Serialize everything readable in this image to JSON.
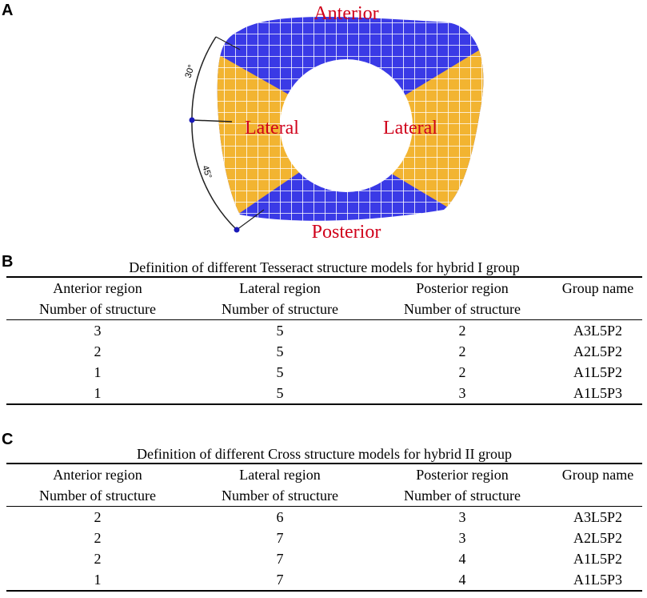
{
  "panels": {
    "a": "A",
    "b": "B",
    "c": "C"
  },
  "figure": {
    "labels": {
      "anterior": "Anterior",
      "lateral_left": "Lateral",
      "lateral_right": "Lateral",
      "posterior": "Posterior"
    },
    "angles": {
      "upper": "30°",
      "lower": "45°"
    },
    "colors": {
      "anterior_posterior": "#3a3ae6",
      "lateral": "#f2b431",
      "label": "#d0021b"
    }
  },
  "table_b": {
    "title": "Definition of different Tesseract structure models for hybrid I group",
    "header": [
      "Anterior region",
      "Lateral region",
      "Posterior region",
      "Group name"
    ],
    "subheader": [
      "Number of structure",
      "Number of structure",
      "Number of structure",
      ""
    ],
    "rows": [
      [
        "3",
        "5",
        "2",
        "A3L5P2"
      ],
      [
        "2",
        "5",
        "2",
        "A2L5P2"
      ],
      [
        "1",
        "5",
        "2",
        "A1L5P2"
      ],
      [
        "1",
        "5",
        "3",
        "A1L5P3"
      ]
    ]
  },
  "table_c": {
    "title": "Definition of different Cross structure models for hybrid II group",
    "header": [
      "Anterior region",
      "Lateral region",
      "Posterior region",
      "Group name"
    ],
    "subheader": [
      "Number of structure",
      "Number of structure",
      "Number of structure",
      ""
    ],
    "rows": [
      [
        "2",
        "6",
        "3",
        "A3L5P2"
      ],
      [
        "2",
        "7",
        "3",
        "A2L5P2"
      ],
      [
        "2",
        "7",
        "4",
        "A1L5P2"
      ],
      [
        "1",
        "7",
        "4",
        "A1L5P3"
      ]
    ]
  }
}
